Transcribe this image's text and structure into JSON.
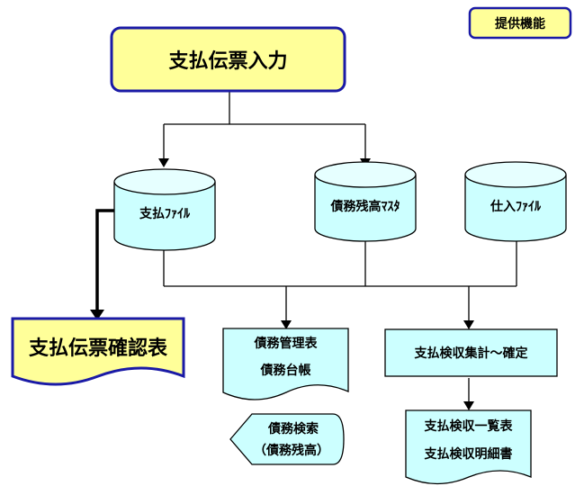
{
  "colors": {
    "yellow_fill": "#ffff99",
    "cyan_fill": "#ccffff",
    "border_blue": "#1a1aa6",
    "cylinder_top": "#e6ffff"
  },
  "badge": {
    "label": "提供機能"
  },
  "process": {
    "main_input": "支払伝票入力",
    "inspection": "支払検収集計～確定"
  },
  "files": {
    "payment": "支払ﾌｧｲﾙ",
    "debt_master": "債務残高ﾏｽﾀ",
    "purchase": "仕入ﾌｧｲﾙ"
  },
  "reports": {
    "confirmation": "支払伝票確認表",
    "debt_docs": [
      "債務管理表",
      "債務台帳"
    ],
    "inspection_docs": [
      "支払検収一覧表",
      "支払検収明細書"
    ]
  },
  "display": {
    "lines": [
      "債務検索",
      "（債務残高）"
    ]
  }
}
